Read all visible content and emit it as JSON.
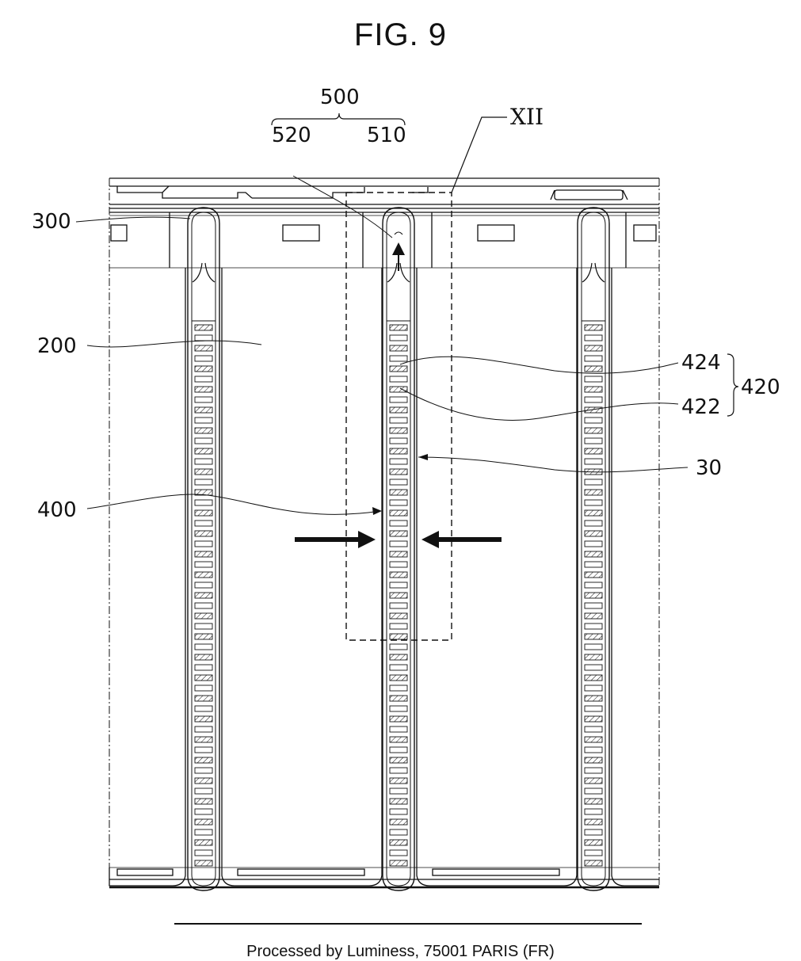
{
  "figure": {
    "title": "FIG. 9"
  },
  "labels": {
    "l500": "500",
    "l520": "520",
    "l510": "510",
    "lXII": "XII",
    "l300": "300",
    "l200": "200",
    "l424": "424",
    "l420": "420",
    "l422": "422",
    "l30": "30",
    "l400": "400"
  },
  "footer": {
    "text": "Processed by Luminess, 75001 PARIS (FR)"
  },
  "style": {
    "line_color": "#111111",
    "bg_color": "#ffffff"
  }
}
